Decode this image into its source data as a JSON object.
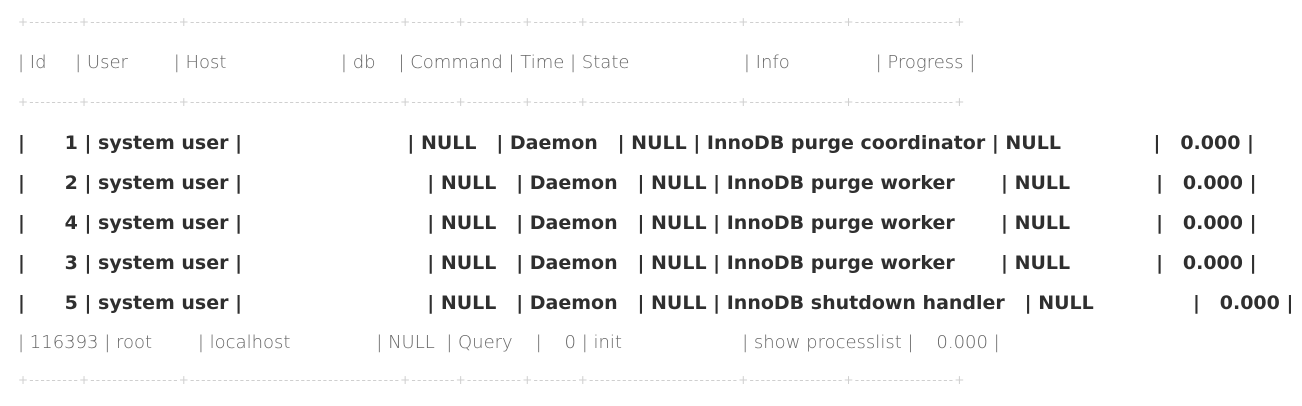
{
  "table": {
    "border_line": "+---------+----------------+--------------------------------------+--------+----------+--------+---------------------------+-----------------+------------------+",
    "header": "| Id     | User        | Host                    | db    | Command | Time | State                    | Info               | Progress |",
    "rows": [
      "|      1 | system user |                         | NULL   | Daemon   | NULL | InnoDB purge coordinator | NULL              |   0.000 |",
      "|      2 | system user |                            | NULL   | Daemon   | NULL | InnoDB purge worker       | NULL             |   0.000 |",
      "|      4 | system user |                            | NULL   | Daemon   | NULL | InnoDB purge worker       | NULL             |   0.000 |",
      "|      3 | system user |                            | NULL   | Daemon   | NULL | InnoDB purge worker       | NULL             |   0.000 |",
      "|      5 | system user |                            | NULL   | Daemon   | NULL | InnoDB shutdown handler   | NULL               |   0.000 |"
    ],
    "last_row": "| 116393 | root        | localhost               | NULL  | Query    |    0 | init                     | show processlist |    0.000 |"
  }
}
